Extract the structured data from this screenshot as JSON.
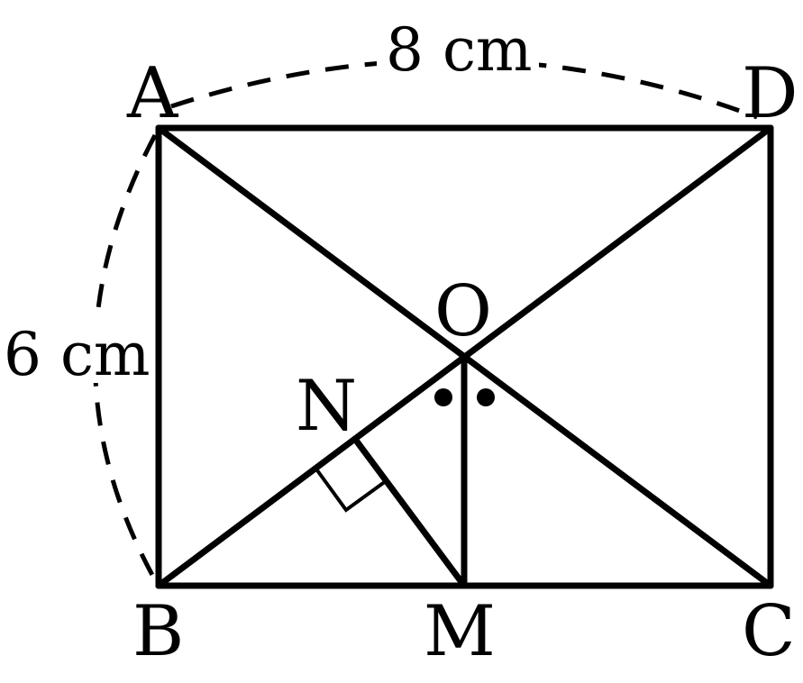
{
  "points": {
    "A": "A",
    "B": "B",
    "C": "C",
    "D": "D",
    "O": "O",
    "N": "N",
    "M": "M"
  },
  "measurements": {
    "top": "8 cm",
    "left": "6 cm"
  }
}
